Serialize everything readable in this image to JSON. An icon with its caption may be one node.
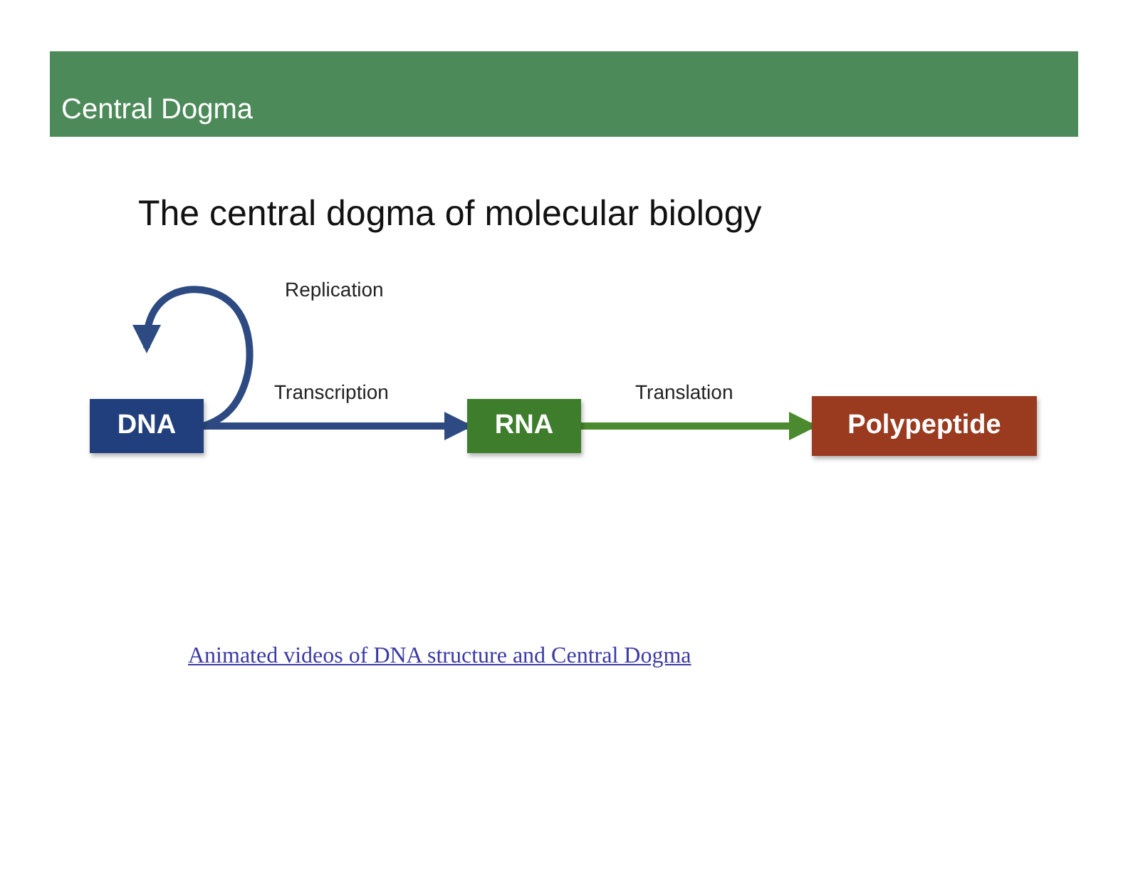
{
  "diagram": {
    "title": "Central Dogma",
    "nodes": [
      {
        "text": [
          "DNA"
        ]
      },
      {
        "text": [
          "RNA"
        ]
      },
      {
        "text": [
          "Polypeptide"
        ]
      }
    ],
    "edges": [
      {
        "from": 0,
        "to": 0,
        "arrow": "to",
        "label": "Replication"
      },
      {
        "from": 0,
        "to": 1,
        "arrow": "to",
        "label": "Transcription"
      },
      {
        "from": 1,
        "to": 2,
        "arrow": "to",
        "label": "Translation",
        "color": "#4b8a2e"
      }
    ],
    "labels": [
      "The central dogma of molecular biology",
      "Animated videos of DNA structure and Central Dogma"
    ]
  }
}
